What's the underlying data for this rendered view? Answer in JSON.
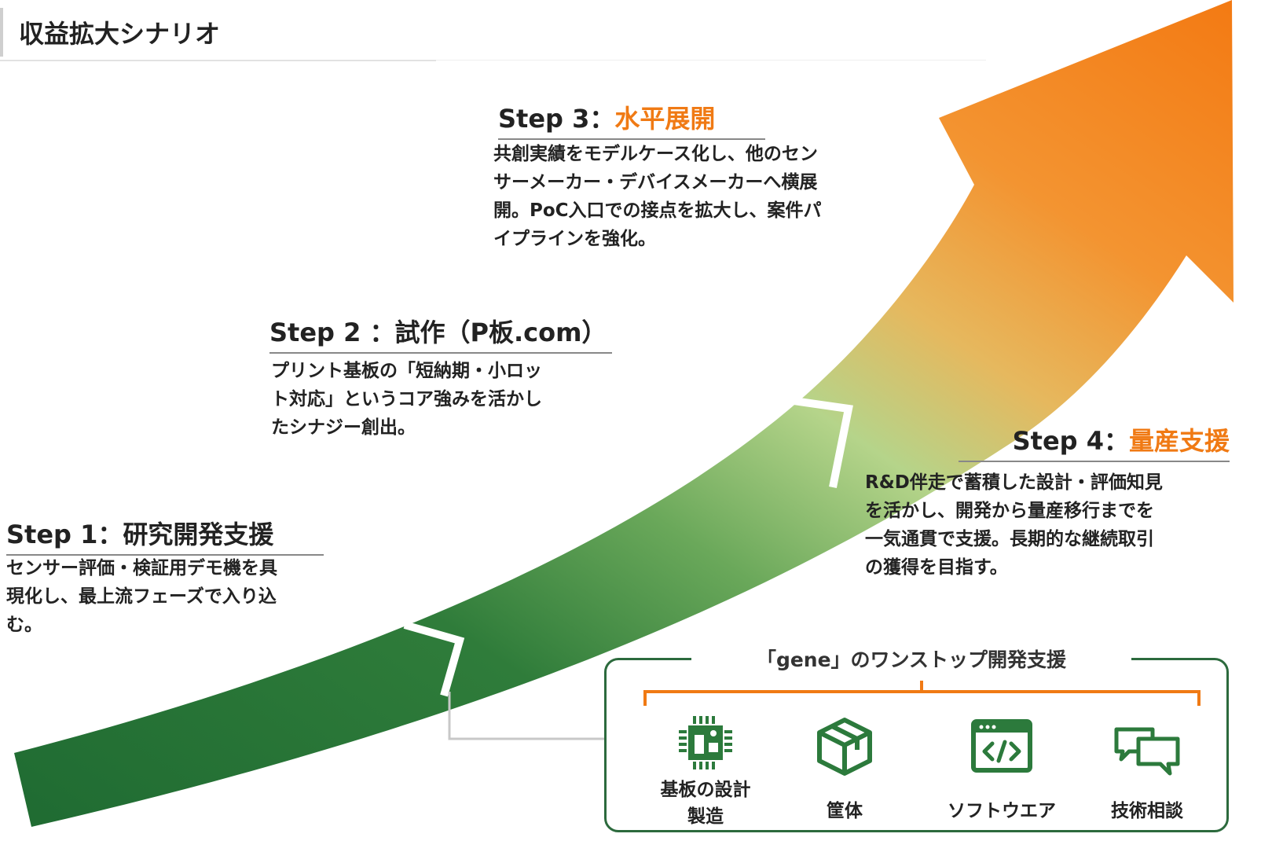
{
  "title": "収益拡大シナリオ",
  "steps": [
    {
      "label": "Step 1：研究開発支援",
      "label_accent": "",
      "lines": [
        "センサー評価・検証用デモ機を具",
        "現化し、最上流フェーズで入り込",
        "む。"
      ]
    },
    {
      "label": "Step 2 ：試作（P板.com）",
      "label_accent": "",
      "lines": [
        "プリント基板の「短納期・小ロッ",
        "ト対応」というコア強みを活かし",
        "たシナジー創出。"
      ]
    },
    {
      "label": "Step 3：",
      "label_accent": "水平展開",
      "lines": [
        "共創実績をモデルケース化し、他のセン",
        "サーメーカー・デバイスメーカーへ横展",
        "開。PoC入口での接点を拡大し、案件パ",
        "イプラインを強化。"
      ]
    },
    {
      "label": "Step 4：",
      "label_accent": "量産支援",
      "lines": [
        "R&D伴走で蓄積した設計・評価知見",
        "を活かし、開発から量産移行までを",
        "一気通貫で支援。長期的な継続取引",
        "の獲得を目指す。"
      ]
    }
  ],
  "gene": {
    "title": "「gene」のワンストップ開発支援",
    "items": [
      {
        "icon": "circuit-board-icon",
        "label_line1": "基板の設計",
        "label_line2": "製造"
      },
      {
        "icon": "box-icon",
        "label_line1": "筐体",
        "label_line2": ""
      },
      {
        "icon": "code-window-icon",
        "label_line1": "ソフトウエア",
        "label_line2": ""
      },
      {
        "icon": "chat-bubbles-icon",
        "label_line1": "技術相談",
        "label_line2": ""
      }
    ]
  },
  "colors": {
    "green_dark": "#1f6b32",
    "green_mid": "#4f9a4a",
    "green_light": "#b5d48a",
    "orange_mid": "#f0a040",
    "orange": "#f37a13",
    "accent_text": "#f07a14",
    "box_border": "#2c6a3d"
  }
}
